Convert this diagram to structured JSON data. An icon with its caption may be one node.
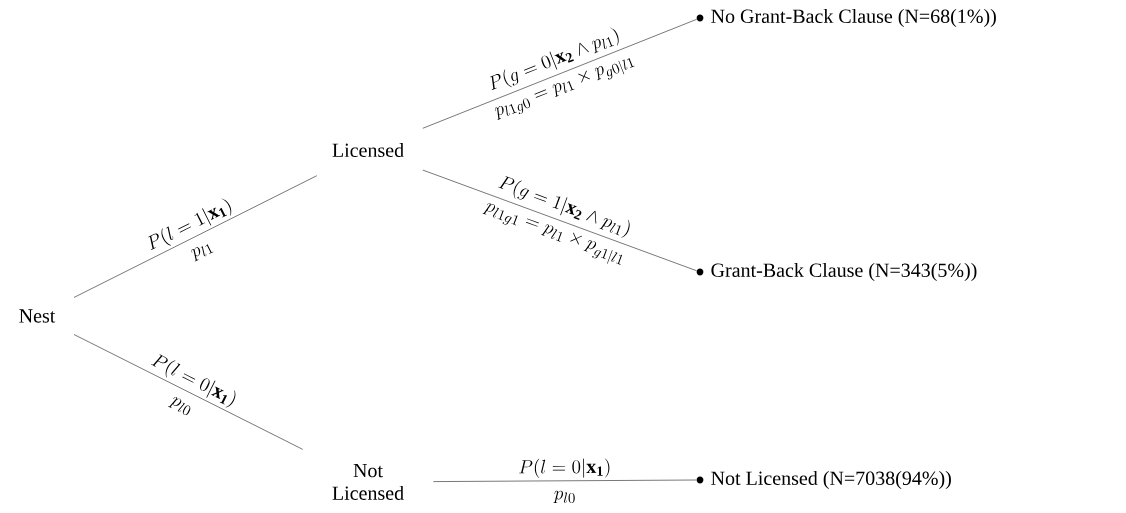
{
  "diagram": {
    "nodes": [
      {
        "text": [
          "Nest"
        ]
      },
      {
        "text": [
          "Licensed"
        ]
      },
      {
        "text": [
          "Not Licensed"
        ]
      },
      {
        "text": [
          "No Grant-Back Clause (N=68(1%))"
        ]
      },
      {
        "text": [
          "Grant-Back Clause (N=343(5%))"
        ]
      },
      {
        "text": [
          "Not Licensed (N=7038(94%))"
        ]
      }
    ],
    "edges": [
      {
        "from": 0,
        "to": 1,
        "arrow": "none",
        "label": "\\genfrac{}{}{0pt}{0}{P(l=1|\\mathbf{x_1})}{p_{l1}}"
      },
      {
        "from": 0,
        "to": 2,
        "arrow": "none",
        "label": "\\genfrac{}{}{0pt}{0}{P(l=0|\\mathbf{x_1})}{p_{l0}}"
      },
      {
        "from": 1,
        "to": 3,
        "arrow": "none",
        "label": "\\genfrac{}{}{0pt}{0}{P(g=0|\\mathbf{x_2}\\wedge p_{l1})}{p_{l1g0}=p_{l1}\\times p_{g0|l1}}"
      },
      {
        "from": 1,
        "to": 4,
        "arrow": "none",
        "label": "\\genfrac{}{}{0pt}{0}{P(g=1|\\mathbf{x_2}\\wedge p_{l1})}{p_{l1g1}=p_{l1}\\times p_{g1|l1}}"
      },
      {
        "from": 2,
        "to": 5,
        "arrow": "none",
        "label": "\\genfrac{}{}{0pt}{0}{P(l=0|\\mathbf{x_1})}{p_{l0}}"
      }
    ]
  }
}
